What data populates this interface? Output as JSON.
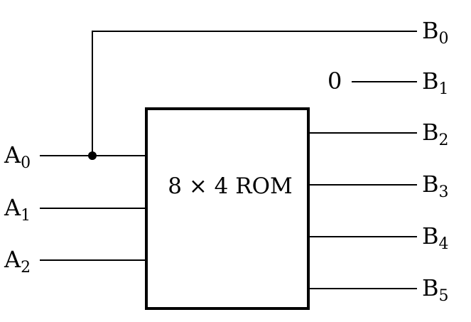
{
  "rom": {
    "label": "8 × 4 ROM"
  },
  "inputs": [
    {
      "letter": "A",
      "index": "0"
    },
    {
      "letter": "A",
      "index": "1"
    },
    {
      "letter": "A",
      "index": "2"
    }
  ],
  "outputs": [
    {
      "letter": "B",
      "index": "0"
    },
    {
      "letter": "B",
      "index": "1"
    },
    {
      "letter": "B",
      "index": "2"
    },
    {
      "letter": "B",
      "index": "3"
    },
    {
      "letter": "B",
      "index": "4"
    },
    {
      "letter": "B",
      "index": "5"
    }
  ],
  "constant": {
    "value": "0"
  }
}
